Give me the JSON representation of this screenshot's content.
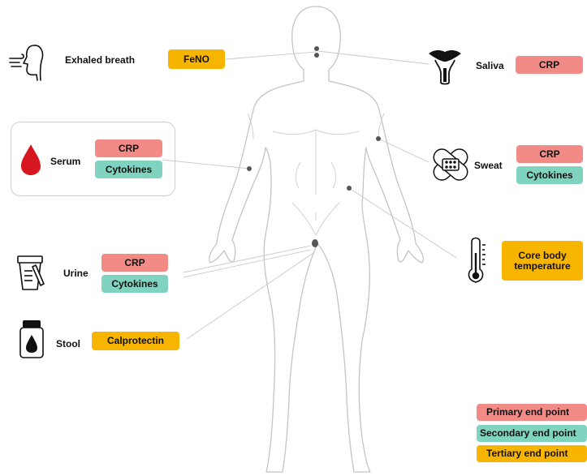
{
  "colors": {
    "primary": "#f28b86",
    "secondary": "#7fd3bf",
    "tertiary": "#f7b500"
  },
  "sites": {
    "exhaled_breath": {
      "label": "Exhaled breath",
      "icon": "exhaled-breath-icon",
      "markers": [
        "FeNO"
      ]
    },
    "saliva": {
      "label": "Saliva",
      "icon": "saliva-mouth-icon",
      "markers": [
        "CRP"
      ]
    },
    "serum": {
      "label": "Serum",
      "icon": "blood-drop-icon",
      "markers": [
        "CRP",
        "Cytokines"
      ]
    },
    "sweat": {
      "label": "Sweat",
      "icon": "sweat-patch-icon",
      "markers": [
        "CRP",
        "Cytokines"
      ]
    },
    "core_temp": {
      "label": "",
      "icon": "thermometer-icon",
      "markers": [
        "Core body temperature"
      ]
    },
    "urine": {
      "label": "Urine",
      "icon": "urine-cup-icon",
      "markers": [
        "CRP",
        "Cytokines"
      ]
    },
    "stool": {
      "label": "Stool",
      "icon": "stool-jar-icon",
      "markers": [
        "Calprotectin"
      ]
    }
  },
  "legend": {
    "primary": "Primary end point",
    "secondary": "Secondary end point",
    "tertiary": "Tertiary end point"
  }
}
